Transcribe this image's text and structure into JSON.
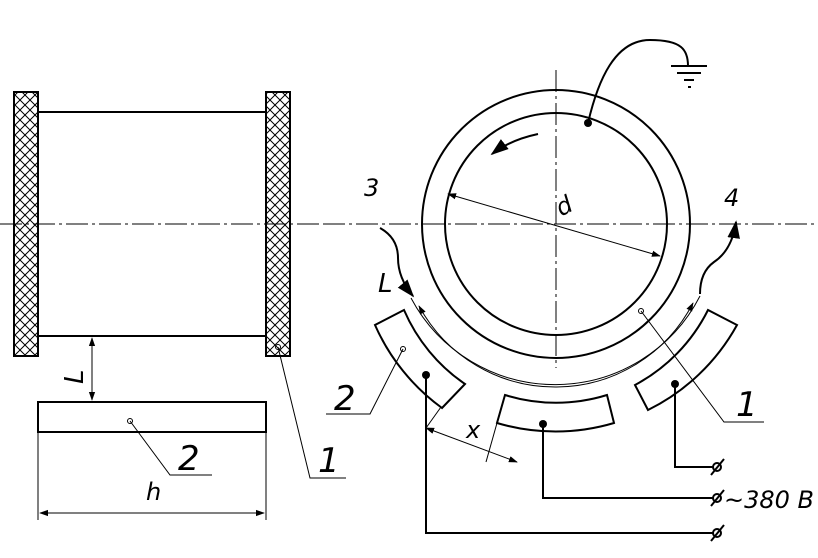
{
  "left_view": {
    "labels": {
      "gap": "L",
      "part_two": "2",
      "width": "h",
      "part_one": "1"
    }
  },
  "right_view": {
    "labels": {
      "arrow_in": "3",
      "arrow_out": "4",
      "gap": "L",
      "diameter": "d",
      "part_two": "2",
      "part_one": "1",
      "segment_gap": "x",
      "supply": "~380 B"
    }
  }
}
